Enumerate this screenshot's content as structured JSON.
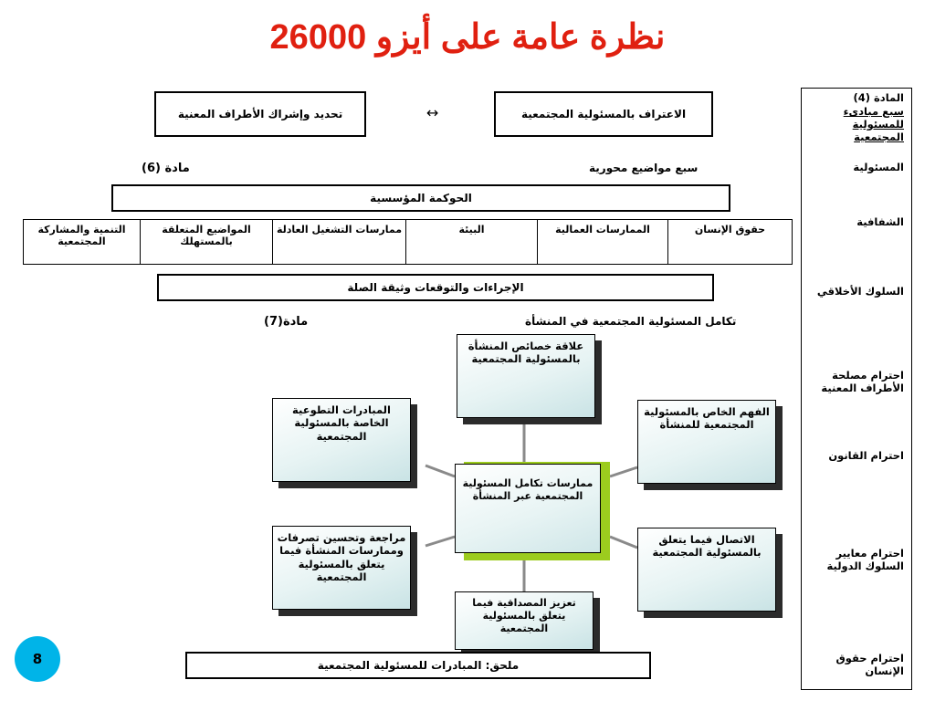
{
  "title": "نظرة عامة على أيزو 26000",
  "sidebar": {
    "items": [
      {
        "text": "المادة (4)",
        "underline": false
      },
      {
        "text": "سبع مبادىء للمسئولية المجتمعية",
        "underline": true
      },
      {
        "text": "المسئولية",
        "underline": false
      },
      {
        "text": "الشفافية",
        "underline": false
      },
      {
        "text": "السلوك الأخلاقي",
        "underline": false
      },
      {
        "text": "احترام مصلحة الأطراف المعنية",
        "underline": false
      },
      {
        "text": "احترام القانون",
        "underline": false
      },
      {
        "text": "احترام معايير السلوك الدولية",
        "underline": false
      },
      {
        "text": "احترام حقوق الإنسان",
        "underline": false
      }
    ]
  },
  "top": {
    "left_box": "تحديد وإشراك الأطراف المعنية",
    "right_box": "الاعتراف بالمسئولية المجتمعية",
    "arrow": "↔"
  },
  "labels": {
    "article6": "مادة (6)",
    "seven_topics": "سبع مواضيع محورية",
    "article7": "مادة(7)",
    "integration": "تكامل المسئولية المجتمعية في المنشأة"
  },
  "governance": "الحوكمة المؤسسية",
  "topics": [
    "حقوق الإنسان",
    "الممارسات العمالية",
    "البيئة",
    "ممارسات التشغيل العادلة",
    "المواضيع المتعلقة بالمستهلك",
    "التنمية والمشاركة المجتمعية"
  ],
  "actions": "الإجراءات والتوقعات وثيقة الصلة",
  "cards": {
    "center": "ممارسات تكامل المسئولية المجتمعية عبر المنشأة",
    "top": "علاقة خصائص المنشأة بالمسئولية المجتمعية",
    "upper_right": "الفهم الخاص بالمسئولية المجتمعية للمنشأة",
    "lower_right": "الاتصال فيما يتعلق بالمسئولية المجتمعية",
    "bottom": "تعزيز المصداقية فيما يتعلق بالمسئولية المجتمعية",
    "lower_left": "مراجعة وتحسين تصرفات وممارسات المنشأة فيما يتعلق بالمسئولية المجتمعية",
    "upper_left": "المبادرات التطوعية الخاصة بالمسئولية المجتمعية"
  },
  "annex": "ملحق: المبادرات للمسئولية المجتمعية",
  "page_number": "8",
  "colors": {
    "title": "#e02010",
    "badge": "#00b4e8",
    "accent_green": "#9ccc1e",
    "card_fill": "#c9e3e5",
    "connector": "#8a8a8a"
  }
}
